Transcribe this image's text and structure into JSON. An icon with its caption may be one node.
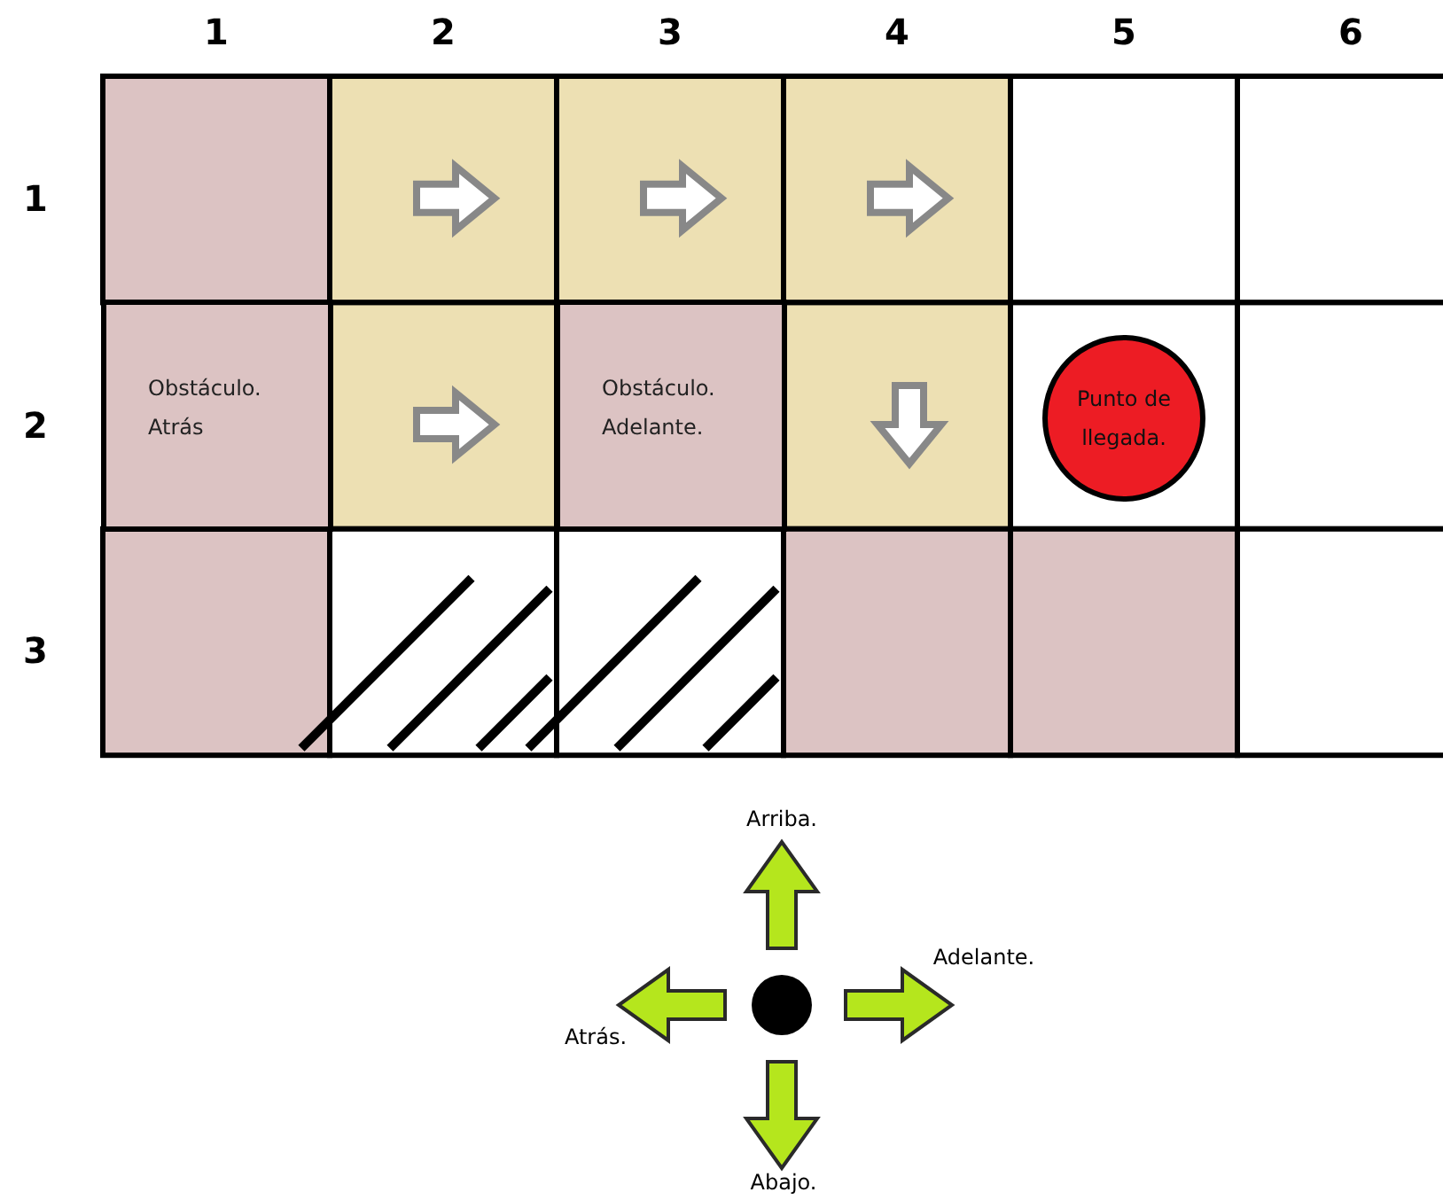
{
  "diagram": {
    "nodes": [
      {
        "text": [
          "Obstáculo. Atrás"
        ]
      },
      {
        "text": [
          "Obstáculo. Adelante."
        ]
      },
      {
        "text": [
          "Punto de llegada."
        ]
      }
    ],
    "labels": [
      "1",
      "2",
      "3",
      "4",
      "5",
      "6",
      "1",
      "2",
      "3",
      "Arriba.",
      "Adelante.",
      "Atrás.",
      "Abajo."
    ]
  }
}
